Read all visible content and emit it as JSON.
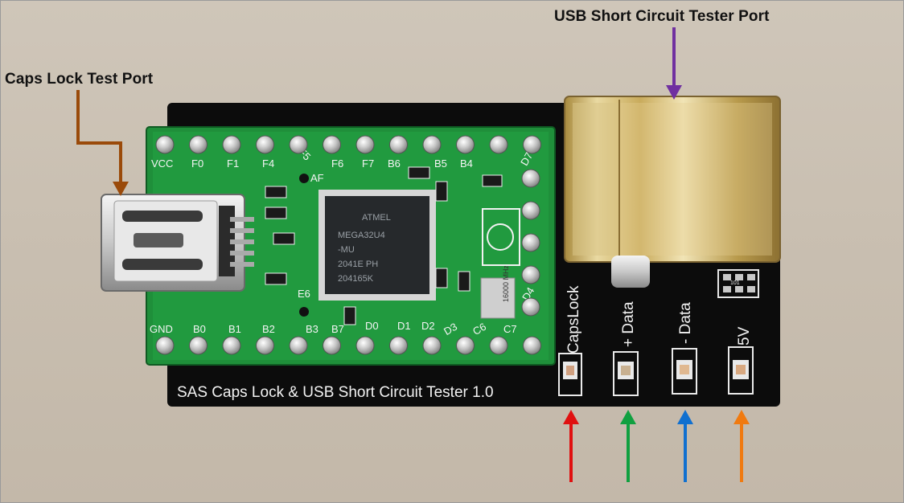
{
  "callouts": {
    "caps_lock_port": "Caps Lock Test Port",
    "usb_port": "USB Short Circuit Tester Port"
  },
  "board": {
    "title": "SAS Caps Lock & USB Short Circuit Tester 1.0",
    "led_labels": [
      "CapsLock",
      "+ Data",
      "- Data",
      "5V"
    ],
    "resistor_marking": "101"
  },
  "pcb": {
    "pins_top": [
      "VCC",
      "F0",
      "F1",
      "F4",
      "F5",
      "F6",
      "F7",
      "B6",
      "B5",
      "B4",
      "D7"
    ],
    "pins_bottom": [
      "GND",
      "B0",
      "B1",
      "B2",
      "B3",
      "B7",
      "D0",
      "D1",
      "D2",
      "D3",
      "C6",
      "C7"
    ],
    "pins_mid": [
      "AF",
      "E6",
      "D4"
    ],
    "chip_lines": [
      "ATMEL",
      "MEGA32U4",
      "-MU",
      "2041E  PH",
      "204165K"
    ],
    "crystal": "16000 MHz"
  },
  "colors": {
    "caps_arrow": "#9a4a0a",
    "usb_arrow": "#7030a0",
    "capslock_arrow": "#e01010",
    "plus_data_arrow": "#10a040",
    "minus_data_arrow": "#1070d0",
    "five_v_arrow": "#f07a10"
  }
}
